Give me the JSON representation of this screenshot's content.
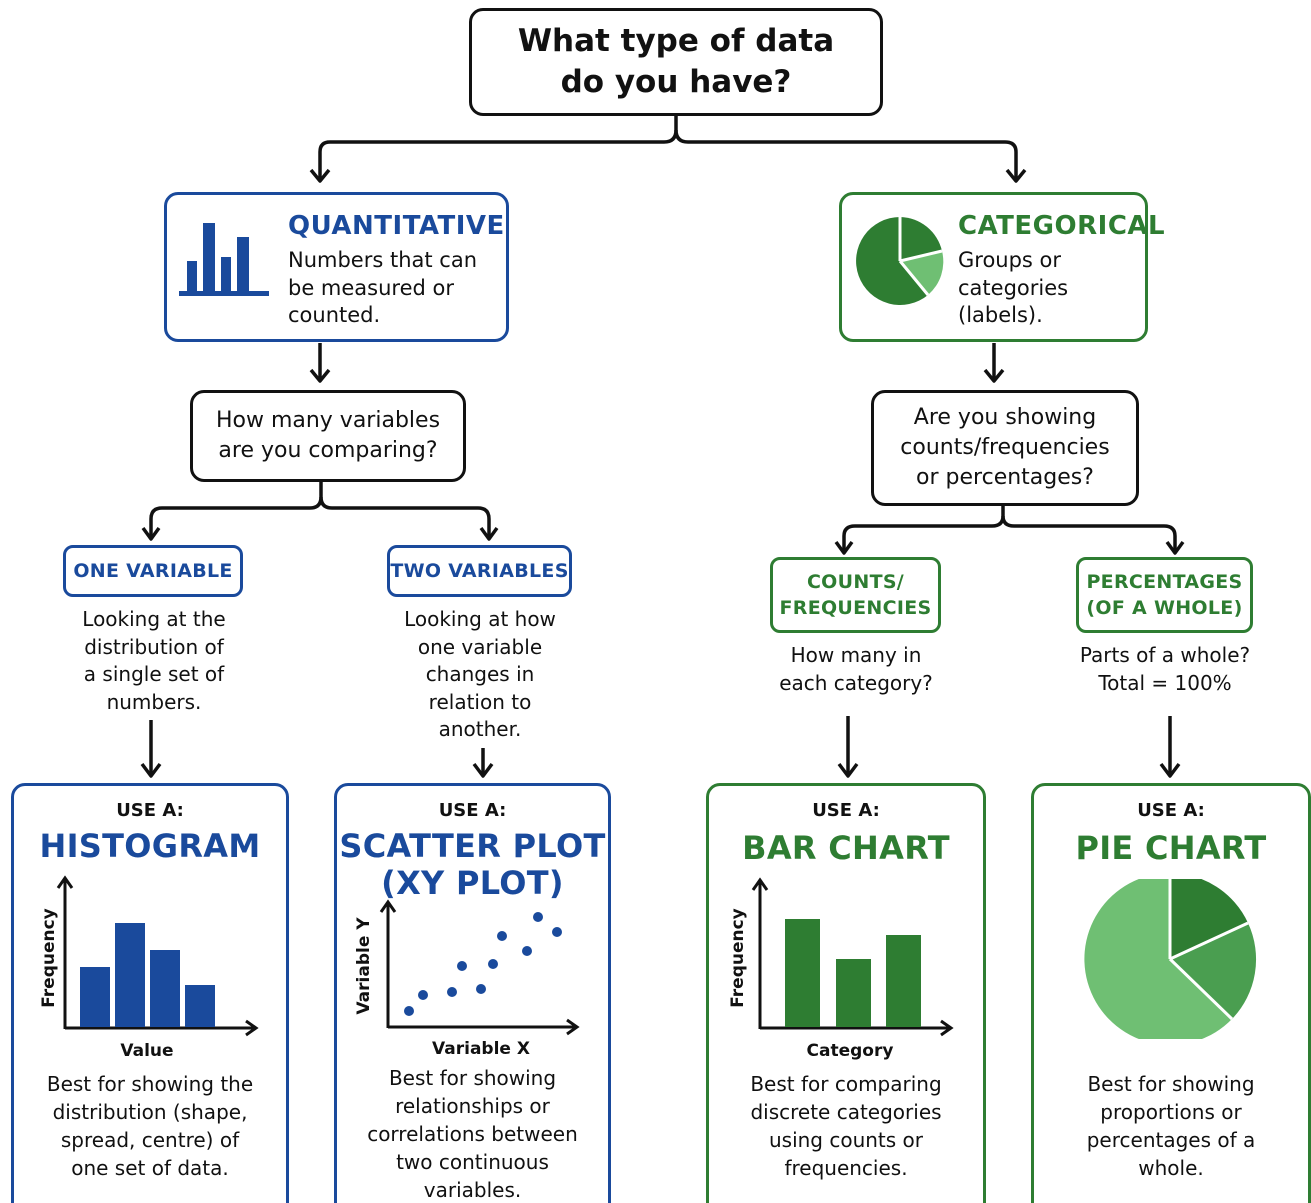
{
  "root": {
    "question_lines": [
      "What type of data",
      "do you have?"
    ]
  },
  "quantitative": {
    "title": "QUANTITATIVE",
    "desc_lines": [
      "Numbers that can",
      "be measured or",
      "counted."
    ],
    "icon": "bar-chart-icon",
    "question_lines": [
      "How many variables",
      "are you comparing?"
    ],
    "one_variable": {
      "tag": "ONE VARIABLE",
      "desc_lines": [
        "Looking at the",
        "distribution of",
        "a single set of",
        "numbers."
      ],
      "use_label": "USE A:",
      "chart_title_lines": [
        "HISTOGRAM"
      ],
      "xlabel": "Value",
      "ylabel": "Frequency",
      "best_lines": [
        "Best for showing the",
        "distribution (shape,",
        "spread, centre) of",
        "one set of data."
      ]
    },
    "two_variables": {
      "tag": "TWO VARIABLES",
      "desc_lines": [
        "Looking at how",
        "one variable",
        "changes in",
        "relation to",
        "another."
      ],
      "use_label": "USE A:",
      "chart_title_lines": [
        "SCATTER PLOT",
        "(XY PLOT)"
      ],
      "xlabel": "Variable X",
      "ylabel": "Variable Y",
      "best_lines": [
        "Best for showing",
        "relationships or",
        "correlations between",
        "two continuous",
        "variables."
      ]
    }
  },
  "categorical": {
    "title": "CATEGORICAL",
    "desc_lines": [
      "Groups or",
      "categories",
      "(labels)."
    ],
    "icon": "pie-chart-icon",
    "question_lines": [
      "Are you showing",
      "counts/frequencies",
      "or percentages?"
    ],
    "counts": {
      "tag_lines": [
        "COUNTS/",
        "FREQUENCIES"
      ],
      "desc_lines": [
        "How many in",
        "each category?"
      ],
      "use_label": "USE A:",
      "chart_title_lines": [
        "BAR CHART"
      ],
      "xlabel": "Category",
      "ylabel": "Frequency",
      "best_lines": [
        "Best for comparing",
        "discrete categories",
        "using counts or",
        "frequencies."
      ]
    },
    "percentages": {
      "tag_lines": [
        "PERCENTAGES",
        "(OF A WHOLE)"
      ],
      "desc_lines": [
        "Parts of a whole?",
        "Total = 100%"
      ],
      "use_label": "USE A:",
      "chart_title_lines": [
        "PIE CHART"
      ],
      "best_lines": [
        "Best for showing",
        "proportions or",
        "percentages of a",
        "whole."
      ]
    }
  },
  "colors": {
    "blue": "#1a4a9c",
    "green": "#2e7d32",
    "light_green": "#6fbf73",
    "mid_green": "#4a9e50"
  }
}
